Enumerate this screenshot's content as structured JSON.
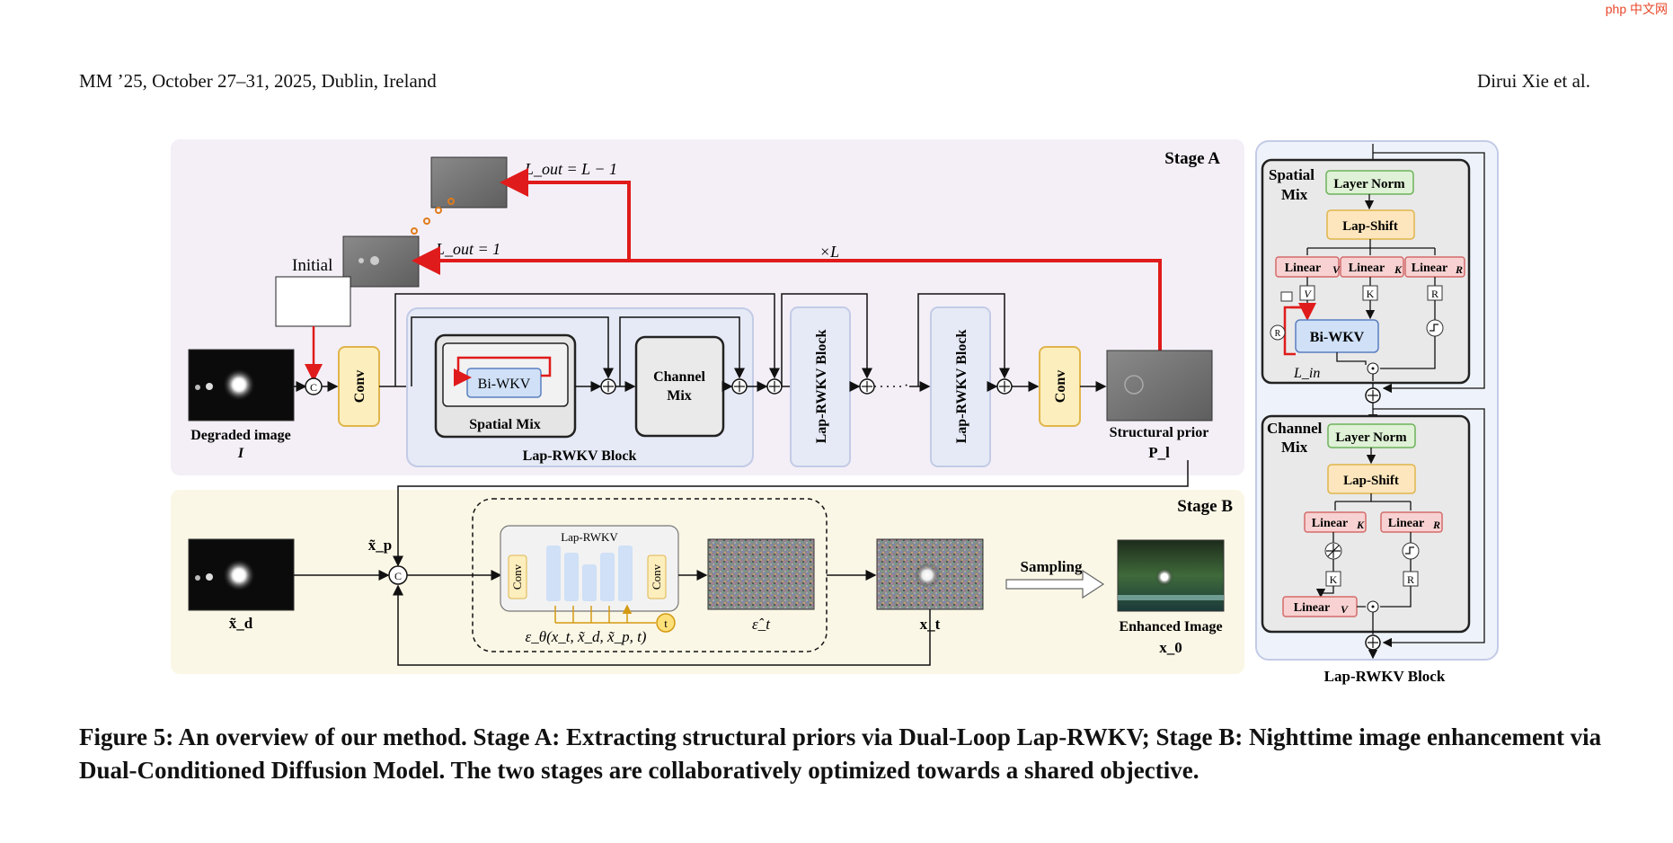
{
  "header": {
    "left": "MM ’25, October 27–31, 2025, Dublin, Ireland",
    "right": "Dirui Xie et al."
  },
  "watermark": "php 中文网",
  "figure": {
    "stage_a": {
      "title": "Stage A",
      "initial_label": "Initial",
      "lout_last": "L_out = L − 1",
      "lout_first": "L_out = 1",
      "repeat_label": "×L",
      "conv": "Conv",
      "concat": "C",
      "degraded_label": "Degraded image",
      "degraded_symbol": "I",
      "biwkv": "Bi-WKV",
      "spatial_mix": "Spatial Mix",
      "channel_mix_1": "Channel",
      "channel_mix_2": "Mix",
      "block_label": "Lap-RWKV Block",
      "vertical_block": "Lap-RWKV Block",
      "prior_label": "Structural prior",
      "prior_symbol": "P_l"
    },
    "stage_b": {
      "title": "Stage B",
      "xp": "x̃_p",
      "xd": "x̃_d",
      "net_title": "Lap-RWKV",
      "conv": "Conv",
      "t": "t",
      "eps_formula": "ε_θ(x_t, x̃_d, x̃_p, t)",
      "eps_hat": "ε̂_t",
      "xt": "x_t",
      "sampling": "Sampling",
      "enhanced_label": "Enhanced Image",
      "x0": "x_0"
    },
    "right_panel": {
      "spatial_mix_1": "Spatial",
      "spatial_mix_2": "Mix",
      "layer_norm": "Layer Norm",
      "lap_shift": "Lap-Shift",
      "linear_v": "Linear",
      "linear_k": "Linear",
      "linear_r": "Linear",
      "v": "V",
      "k": "K",
      "r": "R",
      "biwkv": "Bi-WKV",
      "lin": "L_in",
      "channel_mix_1": "Channel",
      "channel_mix_2": "Mix",
      "caption": "Lap-RWKV Block"
    }
  },
  "caption": "Figure 5: An overview of our method. Stage A: Extracting structural priors via Dual-Loop Lap-RWKV; Stage B: Nighttime image enhancement via Dual-Conditioned Diffusion Model. The two stages are collaboratively optimized towards a shared objective.",
  "colors": {
    "stage_a_bg": "#f4eff7",
    "stage_b_bg": "#fbf7e6",
    "right_bg": "#eef3fb",
    "conv_fill": "#fdeebd",
    "conv_stroke": "#e0b54c",
    "red": "#e01b1b",
    "linear_fill": "#f8d2d2",
    "ln_fill": "#dff1d6",
    "shift_fill": "#fde6bd",
    "biwkv_fill": "#cfe0f7"
  }
}
